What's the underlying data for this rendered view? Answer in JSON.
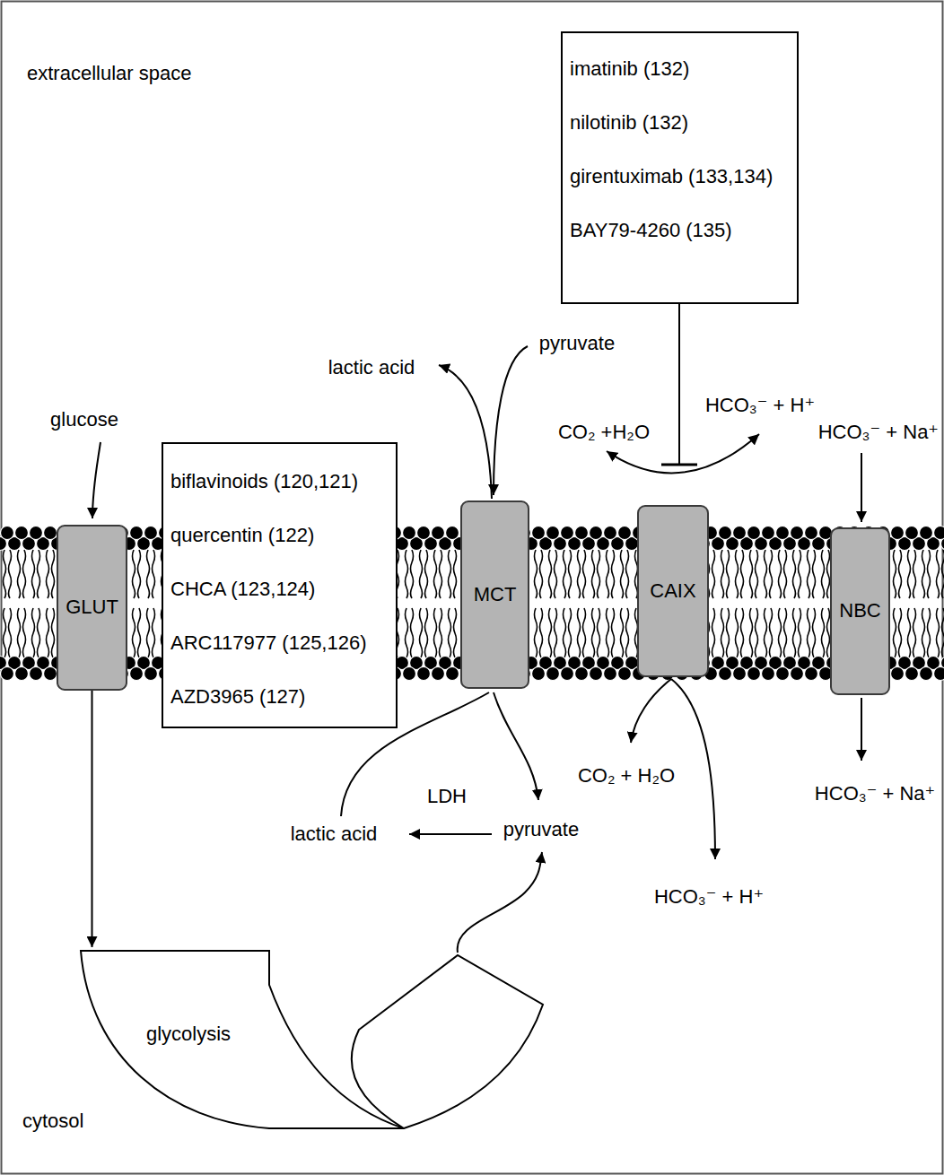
{
  "diagram": {
    "nodes": [
      {
        "text": [
          "imatinib (132)",
          "nilotinib (132)",
          "girentuximab (133,134)",
          "BAY79-4260 (135)"
        ]
      },
      {
        "text": [
          "biflavinoids (120,121)",
          "quercentin (122)",
          "CHCA (123,124)",
          "ARC117977 (125,126)",
          "AZD3965 (127)"
        ]
      },
      {
        "text": [
          "GLUT"
        ]
      },
      {
        "text": [
          "MCT"
        ]
      },
      {
        "text": [
          "CAIX"
        ]
      },
      {
        "text": [
          "NBC"
        ]
      },
      {
        "text": [
          "glycolysis"
        ]
      }
    ],
    "edges": [
      {
        "from": 2,
        "to": 6,
        "arrow": "to"
      }
    ],
    "labels": [
      "extracellular space",
      "lactic acid",
      "pyruvate",
      "glucose",
      "CO₂ +H₂O",
      "HCO₃⁻ + H⁺",
      "HCO₃⁻ + Na⁺",
      "CO₂ + H₂O",
      "HCO₃⁻ + H⁺",
      "HCO₃⁻ + Na⁺",
      "LDH",
      "lactic acid",
      "pyruvate",
      "cytosol"
    ]
  }
}
